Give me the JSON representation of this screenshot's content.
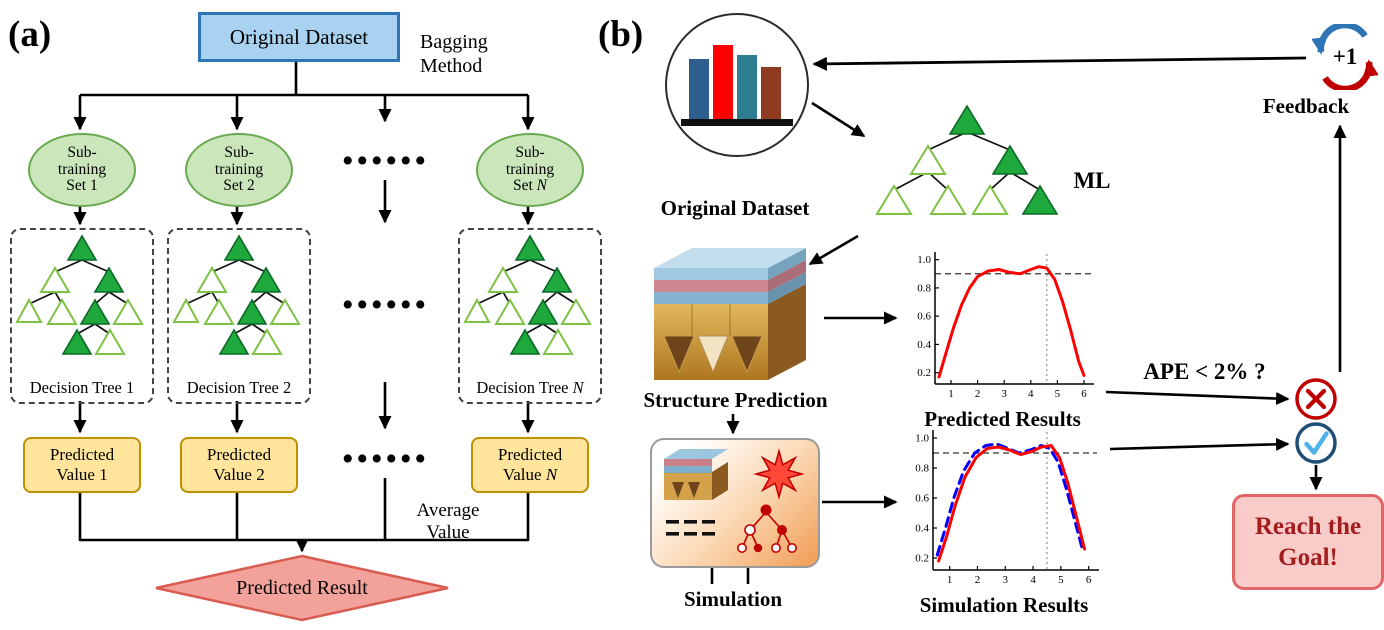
{
  "panel_a": {
    "label": "(a)",
    "original_dataset": "Original Dataset",
    "bagging": {
      "line1": "Bagging",
      "line2": "Method"
    },
    "dots": "......",
    "subsets": [
      {
        "line1": "Sub-",
        "line2": "training",
        "line3": "Set 1",
        "n": ""
      },
      {
        "line1": "Sub-",
        "line2": "training",
        "line3": "Set 2",
        "n": ""
      },
      {
        "line1": "Sub-",
        "line2": "training",
        "line3": "Set ",
        "n": "N"
      }
    ],
    "trees": [
      {
        "label": "Decision Tree 1",
        "n": ""
      },
      {
        "label": "Decision Tree 2",
        "n": ""
      },
      {
        "label": "Decision Tree ",
        "n": "N"
      }
    ],
    "values": [
      {
        "line1": "Predicted",
        "line2": "Value 1",
        "n": ""
      },
      {
        "line1": "Predicted",
        "line2": "Value 2",
        "n": ""
      },
      {
        "line1": "Predicted",
        "line2": "Value ",
        "n": "N"
      }
    ],
    "average": {
      "line1": "Average",
      "line2": "Value"
    },
    "result": "Predicted Result"
  },
  "panel_b": {
    "label": "(b)",
    "original_dataset": "Original Dataset",
    "ml": "ML",
    "structure_prediction": "Structure Prediction",
    "simulation": "Simulation",
    "ape_question": "APE < 2% ?",
    "feedback": "Feedback",
    "plus_one": "+1",
    "goal": {
      "line1": "Reach the",
      "line2": "Goal!"
    }
  },
  "colors": {
    "dataset_box_fill": "#A9D2F0",
    "dataset_box_border": "#2E75B6",
    "subset_fill": "#CBE6BA",
    "subset_border": "#69A84F",
    "tree_filled": "#1FA83C",
    "tree_outline": "#7DC243",
    "value_fill": "#FFE59B",
    "value_border": "#BF9000",
    "diamond_fill": "#F2A29B",
    "diamond_border": "#D85C52",
    "goal_fill": "#F9CCC9",
    "goal_border": "#E06666",
    "curve_red": "#FF0000",
    "curve_blue": "#0000FE",
    "cross_red": "#C00000",
    "check_blue": "#4FB3E8"
  },
  "chart_data": [
    {
      "type": "line",
      "title": "Predicted Results",
      "xlim": [
        0.4,
        6.3
      ],
      "ylim": [
        0.12,
        1.04
      ],
      "x_ticks": [
        1,
        2,
        3,
        4,
        5,
        6
      ],
      "y_ticks": [
        0.2,
        0.4,
        0.6,
        0.8,
        1.0
      ],
      "hline": 0.9,
      "vline": 4.6,
      "grid": false,
      "legend": "none",
      "series": [
        {
          "name": "Predicted",
          "color": "#FF0000",
          "style": "solid",
          "points": [
            [
              0.55,
              0.17
            ],
            [
              0.8,
              0.33
            ],
            [
              1.1,
              0.52
            ],
            [
              1.4,
              0.68
            ],
            [
              1.7,
              0.8
            ],
            [
              2.0,
              0.88
            ],
            [
              2.4,
              0.92
            ],
            [
              2.8,
              0.93
            ],
            [
              3.2,
              0.91
            ],
            [
              3.6,
              0.9
            ],
            [
              4.0,
              0.93
            ],
            [
              4.3,
              0.95
            ],
            [
              4.6,
              0.94
            ],
            [
              4.9,
              0.86
            ],
            [
              5.2,
              0.7
            ],
            [
              5.5,
              0.5
            ],
            [
              5.8,
              0.28
            ],
            [
              6.0,
              0.18
            ]
          ]
        }
      ]
    },
    {
      "type": "line",
      "title": "Simulation Results",
      "xlim": [
        0.4,
        6.3
      ],
      "ylim": [
        0.12,
        1.04
      ],
      "x_ticks": [
        1,
        2,
        3,
        4,
        5,
        6
      ],
      "y_ticks": [
        0.2,
        0.4,
        0.6,
        0.8,
        1.0
      ],
      "hline": 0.9,
      "vline": 4.5,
      "grid": false,
      "legend": "none",
      "series": [
        {
          "name": "Simulation",
          "color": "#0000FE",
          "style": "dashed",
          "dash": "9 6",
          "points": [
            [
              0.55,
              0.22
            ],
            [
              0.85,
              0.4
            ],
            [
              1.15,
              0.6
            ],
            [
              1.5,
              0.78
            ],
            [
              1.9,
              0.9
            ],
            [
              2.3,
              0.95
            ],
            [
              2.7,
              0.96
            ],
            [
              3.1,
              0.93
            ],
            [
              3.5,
              0.9
            ],
            [
              3.9,
              0.92
            ],
            [
              4.3,
              0.95
            ],
            [
              4.6,
              0.93
            ],
            [
              4.9,
              0.84
            ],
            [
              5.2,
              0.66
            ],
            [
              5.5,
              0.45
            ],
            [
              5.8,
              0.24
            ]
          ]
        },
        {
          "name": "Predicted",
          "color": "#FF0000",
          "style": "solid",
          "points": [
            [
              0.6,
              0.18
            ],
            [
              0.9,
              0.35
            ],
            [
              1.2,
              0.55
            ],
            [
              1.55,
              0.74
            ],
            [
              1.95,
              0.87
            ],
            [
              2.35,
              0.93
            ],
            [
              2.75,
              0.94
            ],
            [
              3.15,
              0.92
            ],
            [
              3.55,
              0.89
            ],
            [
              3.95,
              0.91
            ],
            [
              4.3,
              0.94
            ],
            [
              4.65,
              0.95
            ],
            [
              4.95,
              0.87
            ],
            [
              5.25,
              0.7
            ],
            [
              5.55,
              0.48
            ],
            [
              5.85,
              0.26
            ]
          ]
        }
      ]
    }
  ]
}
